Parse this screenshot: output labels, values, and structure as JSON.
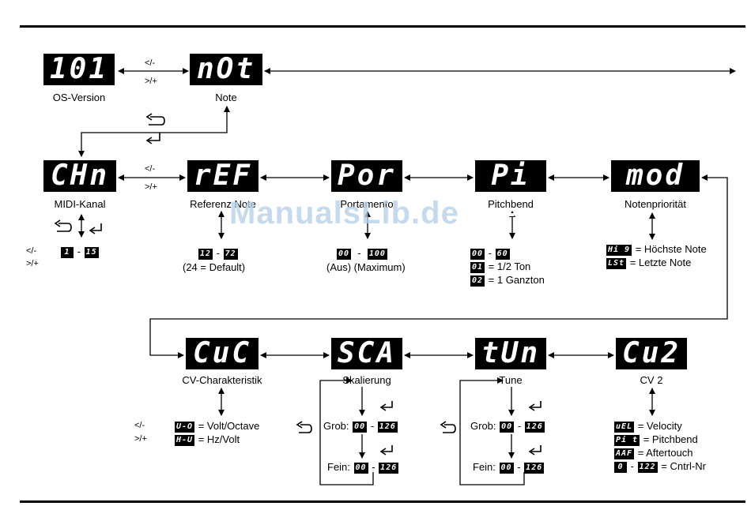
{
  "displays": {
    "os": "101",
    "note": "nOt",
    "chn": "CHn",
    "ref": "rEF",
    "por": "Por",
    "pit": "Pi t",
    "mod": "mod",
    "cvc": "CuC",
    "sca": "SCA",
    "tun": "tUn",
    "cv2": "Cu2"
  },
  "labels": {
    "os": "OS-Version",
    "note": "Note",
    "chn": "MIDI-Kanal",
    "ref": "Referenz Note",
    "por": "Portamento",
    "pit": "Pitchbend",
    "mod": "Notenpriorität",
    "cvc": "CV-Charakteristik",
    "sca": "Skalierung",
    "tun": "Tune",
    "cv2": "CV 2"
  },
  "nav": {
    "prev": "</-",
    "next": ">/+"
  },
  "chn": {
    "from": "1",
    "to": "15"
  },
  "ref": {
    "from": "12",
    "to": "72",
    "note": "(24  =  Default)"
  },
  "por": {
    "from": "00",
    "to": "100",
    "note": "(Aus)  (Maximum)"
  },
  "pit": {
    "from": "00",
    "to": "60",
    "items": [
      {
        "code": "01",
        "text": "=   1/2 Ton"
      },
      {
        "code": "02",
        "text": "=   1 Ganzton"
      }
    ]
  },
  "mod": {
    "items": [
      {
        "code": "Hi 9",
        "text": "= Höchste Note"
      },
      {
        "code": "LSt",
        "text": "= Letzte Note"
      }
    ]
  },
  "cvc": {
    "items": [
      {
        "code": "U-O",
        "text": "= Volt/Octave"
      },
      {
        "code": "H-U",
        "text": "= Hz/Volt"
      }
    ]
  },
  "sca": {
    "grob": "Grob:",
    "fein": "Fein:",
    "g_from": "00",
    "g_to": "126",
    "f_from": "00",
    "f_to": "126"
  },
  "tun": {
    "grob": "Grob:",
    "fein": "Fein:",
    "g_from": "00",
    "g_to": "126",
    "f_from": "00",
    "f_to": "126"
  },
  "cv2": {
    "items": [
      {
        "code": "uEL",
        "text": "= Velocity"
      },
      {
        "code": "Pi t",
        "text": "= Pitchbend"
      },
      {
        "code": "AAF",
        "text": "= Aftertouch"
      }
    ],
    "cc_from": "0",
    "cc_to": "122",
    "cc_text": "= Cntrl-Nr"
  },
  "dash": "-",
  "watermark": "ManualsLib.de"
}
